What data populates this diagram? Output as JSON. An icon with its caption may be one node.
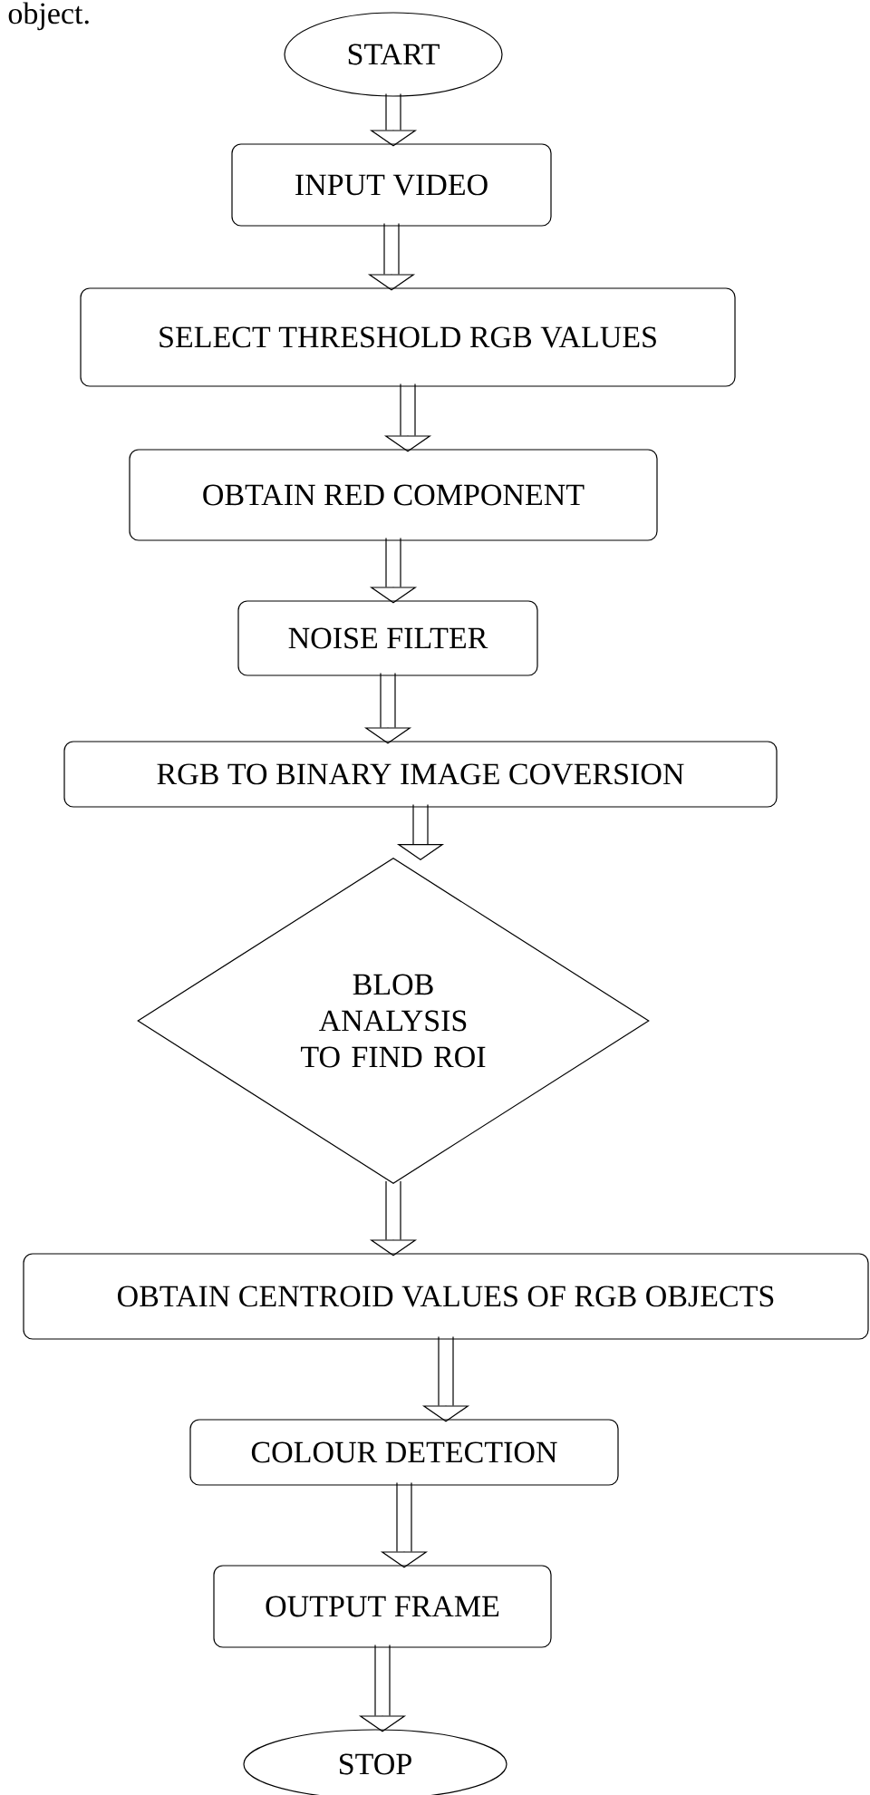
{
  "diagram": {
    "nodes": [
      {
        "text": [
          "START"
        ]
      },
      {
        "text": [
          "INPUT VIDEO"
        ]
      },
      {
        "text": [
          "SELECT THRESHOLD RGB VALUES"
        ]
      },
      {
        "text": [
          "OBTAIN RED COMPONENT"
        ]
      },
      {
        "text": [
          "NOISE FILTER"
        ]
      },
      {
        "text": [
          "RGB TO BINARY IMAGE COVERSION"
        ]
      },
      {
        "text": [
          "BLOB ANALYSIS TO FIND ROI"
        ]
      },
      {
        "text": [
          "OBTAIN CENTROID VALUES OF RGB OBJECTS"
        ]
      },
      {
        "text": [
          "COLOUR DETECTION"
        ]
      },
      {
        "text": [
          "OUTPUT FRAME"
        ]
      },
      {
        "text": [
          "STOP"
        ]
      }
    ],
    "edges": [
      {
        "from": 0,
        "to": 1,
        "arrow": "to"
      },
      {
        "from": 1,
        "to": 2,
        "arrow": "to"
      },
      {
        "from": 2,
        "to": 3,
        "arrow": "to"
      },
      {
        "from": 3,
        "to": 4,
        "arrow": "to"
      },
      {
        "from": 4,
        "to": 5,
        "arrow": "to"
      },
      {
        "from": 5,
        "to": 6,
        "arrow": "to"
      },
      {
        "from": 6,
        "to": 7,
        "arrow": "to"
      },
      {
        "from": 7,
        "to": 8,
        "arrow": "to"
      },
      {
        "from": 8,
        "to": 9,
        "arrow": "to"
      },
      {
        "from": 9,
        "to": 10,
        "arrow": "to"
      }
    ],
    "labels": [
      "object."
    ]
  }
}
